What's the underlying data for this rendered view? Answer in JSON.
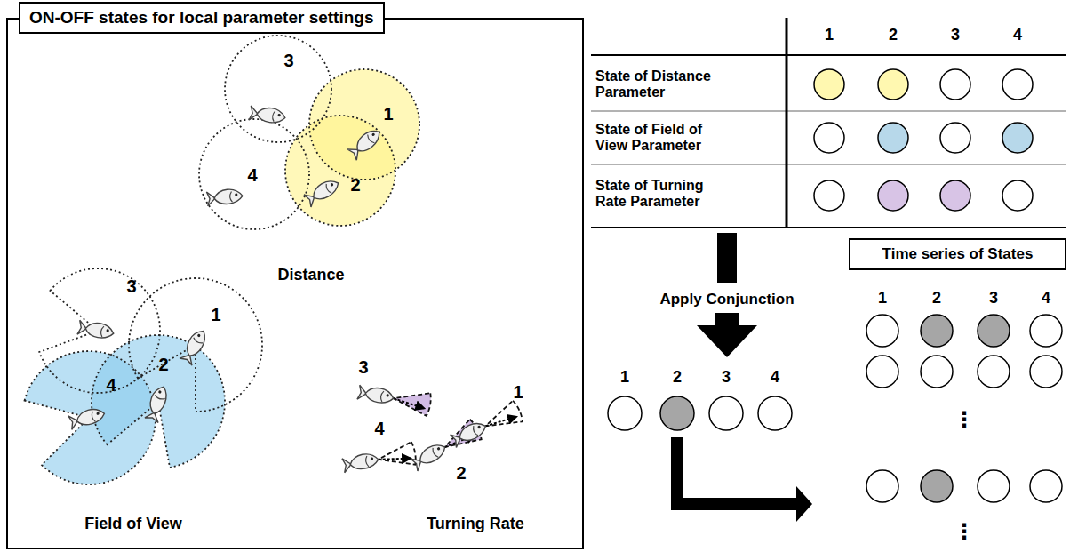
{
  "diagram": {
    "nodes": [
      {
        "text": [
          "ON-OFF states for local parameter settings"
        ]
      },
      {
        "text": [
          "Time series of States"
        ]
      }
    ],
    "labels": [
      "3",
      "1",
      "4",
      "2",
      "Distance",
      "3",
      "1",
      "2",
      "4",
      "Field of View",
      "3",
      "1",
      "2",
      "4",
      "Turning Rate",
      "1",
      "2",
      "3",
      "4",
      "State of Distance Parameter",
      "State of Field of View Parameter",
      "State of Turning Rate Parameter",
      "Apply Conjunction",
      "1",
      "2",
      "3",
      "4",
      "1",
      "2",
      "3",
      "4",
      "⋮",
      "⋮"
    ]
  }
}
